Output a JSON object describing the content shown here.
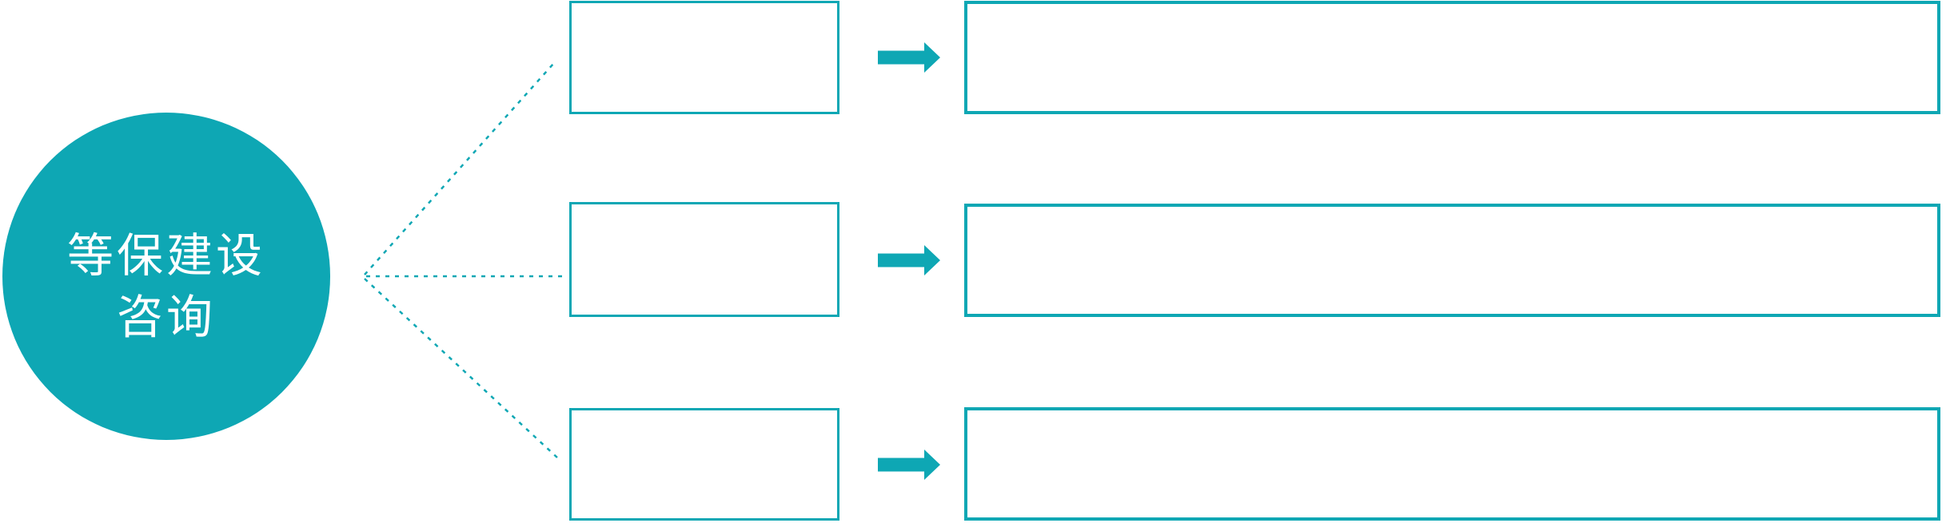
{
  "diagram": {
    "accent_color": "#0EA7B4",
    "background_color": "#FFFFFF",
    "hub": {
      "label": "等保建设咨询",
      "label_line1": "等保建设",
      "label_line2": "咨询"
    },
    "branches": [
      {
        "box_label": "",
        "detail_label": ""
      },
      {
        "box_label": "",
        "detail_label": ""
      },
      {
        "box_label": "",
        "detail_label": ""
      }
    ]
  }
}
